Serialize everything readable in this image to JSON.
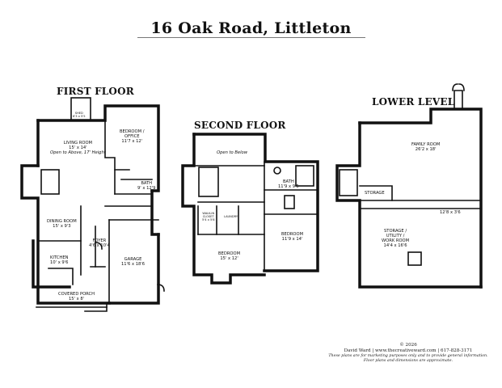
{
  "title": "16 Oak Road, Littleton",
  "floors": {
    "first": {
      "label": "FIRST FLOOR",
      "rooms": {
        "bedroom_office": {
          "name": "BEDROOM /\nOFFICE",
          "dims": "11'7 x 12'"
        },
        "living_room": {
          "name": "LIVING ROOM",
          "dims": "15' x 14'",
          "note": "Open to Above, 17' Height"
        },
        "bath": {
          "name": "BATH",
          "dims": "9' x 12'9"
        },
        "dining_room": {
          "name": "DINING ROOM",
          "dims": "15' x 9'3"
        },
        "foyer": {
          "name": "FOYER",
          "dims": "4'6 x 10'4"
        },
        "kitchen": {
          "name": "KITCHEN",
          "dims": "10' x 9'6"
        },
        "garage": {
          "name": "GARAGE",
          "dims": "11'6 x 18'6"
        },
        "covered_porch": {
          "name": "COVERED PORCH",
          "dims": "15' x 8'"
        },
        "shed_label": "SHED\n6'3 x 5'5"
      }
    },
    "second": {
      "label": "SECOND FLOOR",
      "rooms": {
        "open_below": {
          "name": "Open to Below"
        },
        "bath": {
          "name": "BATH",
          "dims": "11'9 x 9'5"
        },
        "walkin_closet": {
          "name": "WALK-IN\nCLOSET\n5'4 x 5'8"
        },
        "laundry": {
          "name": "LAUNDRY"
        },
        "bedroom_left": {
          "name": "BEDROOM",
          "dims": "15' x 12'"
        },
        "bedroom_right": {
          "name": "BEDROOM",
          "dims": "11'9 x 14'"
        }
      }
    },
    "lower": {
      "label": "LOWER LEVEL",
      "rooms": {
        "family_room": {
          "name": "FAMILY ROOM",
          "dims": "26'2 x 18'"
        },
        "storage": {
          "name": "STORAGE"
        },
        "hall_dims": {
          "dims": "12'8 x 3'6"
        },
        "storage_utility": {
          "name": "STORAGE /\nUTILITY /\nWORK ROOM",
          "dims": "14'4 x 16'6"
        }
      }
    }
  },
  "footer": {
    "copyright": "© 2026",
    "contact": "David Ward  |  www.thecreativeward.com  |  617-828-3171",
    "disclaimer1": "These plans are for marketing purposes only and to provide general information.",
    "disclaimer2": "Floor plans and dimensions are approximate."
  }
}
